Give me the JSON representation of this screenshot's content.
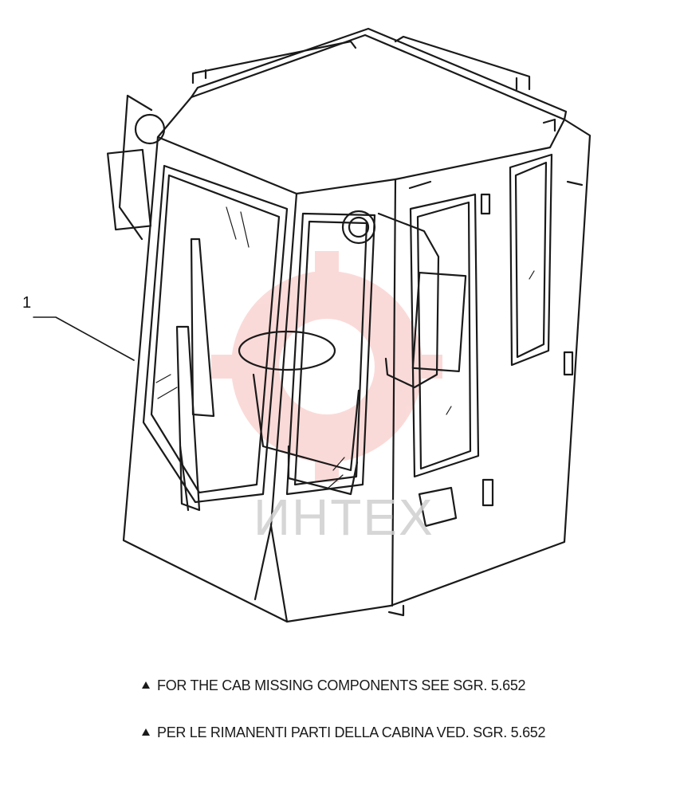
{
  "diagram": {
    "callout_number": "1",
    "watermark_text": "ИНТЕХ",
    "line_color": "#1a1a1a",
    "watermark_color": "#e8382f"
  },
  "notes": {
    "english": "FOR THE CAB MISSING COMPONENTS SEE SGR. 5.652",
    "italian": "PER LE RIMANENTI PARTI DELLA CABINA VED. SGR. 5.652"
  }
}
